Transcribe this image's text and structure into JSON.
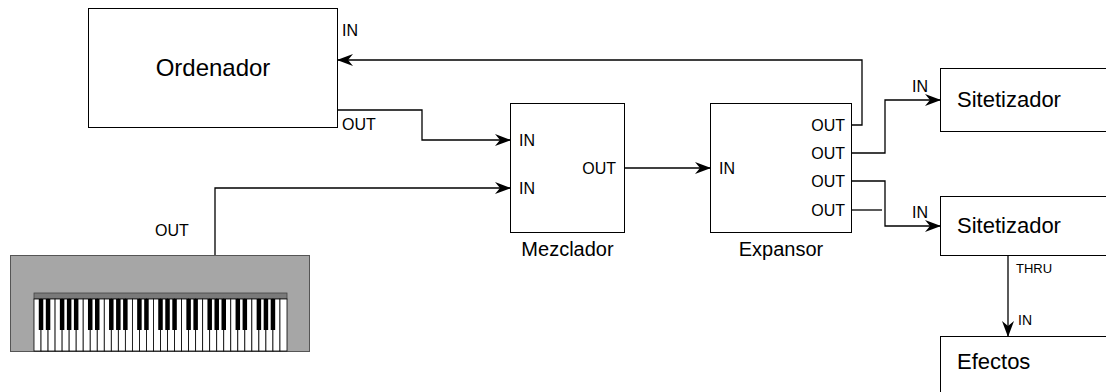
{
  "diagram": {
    "nodes": [
      {
        "text": [
          "Ordenador"
        ]
      },
      {
        "text": [
          "OUT"
        ]
      },
      {
        "text": [
          "IN",
          "IN",
          "OUT",
          "Mezclador"
        ]
      },
      {
        "text": [
          "IN",
          "OUT",
          "OUT",
          "OUT",
          "OUT",
          "Expansor"
        ]
      },
      {
        "text": [
          "Sitetizador"
        ]
      },
      {
        "text": [
          "Sitetizador"
        ]
      },
      {
        "text": [
          "Efectos"
        ]
      }
    ],
    "edges": [
      {
        "from": 0,
        "to": 2,
        "arrow": "to"
      },
      {
        "from": 1,
        "to": 2,
        "arrow": "to"
      },
      {
        "from": 2,
        "to": 3,
        "arrow": "to"
      },
      {
        "from": 3,
        "to": 0,
        "arrow": "to"
      },
      {
        "from": 3,
        "to": 4,
        "arrow": "to"
      },
      {
        "from": 3,
        "to": 5,
        "arrow": "to"
      },
      {
        "from": 5,
        "to": 6,
        "arrow": "to"
      }
    ],
    "labels": [
      "IN",
      "OUT",
      "IN",
      "IN",
      "THRU",
      "IN"
    ]
  }
}
